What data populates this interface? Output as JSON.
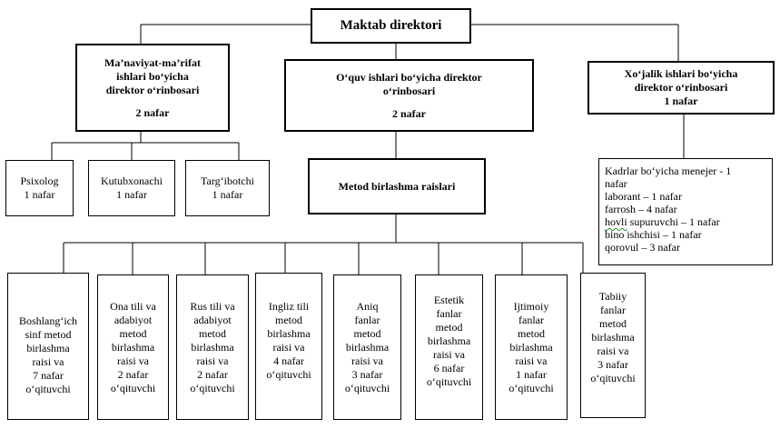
{
  "director": "Maktab direktori",
  "deputies": {
    "manaviyat": {
      "lines": [
        "Ma’naviyat-ma’rifat",
        "ishlari bo‘yicha",
        "direktor o‘rinbosari"
      ],
      "count": "2 nafar"
    },
    "oquv": {
      "lines": [
        "O‘quv ishlari bo‘yicha direktor",
        "o‘rinbosari"
      ],
      "count": "2 nafar"
    },
    "xojalik": {
      "lines": [
        "Xo‘jalik ishlari bo‘yicha",
        "direktor o‘rinbosari"
      ],
      "count": "1 nafar"
    }
  },
  "staff": [
    {
      "title": "Psixolog",
      "count": "1 nafar"
    },
    {
      "title": "Kutubxonachi",
      "count": "1 nafar"
    },
    {
      "title": "Targ‘ibotchi",
      "count": "1 nafar"
    }
  ],
  "metod_heading": "Metod birlashma raislari",
  "household": {
    "lines": [
      "Kadrlar bo‘yicha menejer -  1",
      "nafar",
      "laborant – 1 nafar",
      "farrosh – 4 nafar",
      "hovli",
      " supuruvchi – 1 nafar",
      "bino ishchisi – 1 nafar",
      "qorovul – 3 nafar"
    ]
  },
  "groups": [
    [
      "Boshlang‘ich",
      "sinf metod",
      "birlashma",
      "raisi va",
      "7 nafar",
      "o‘qituvchi"
    ],
    [
      "Ona tili va",
      "adabiyot",
      "metod",
      "birlashma",
      "raisi va",
      "2 nafar",
      "o‘qituvchi"
    ],
    [
      "Rus tili va",
      "adabiyot",
      "metod",
      "birlashma",
      "raisi va",
      "2 nafar",
      "o‘qituvchi"
    ],
    [
      "Ingliz tili",
      "metod",
      "birlashma",
      "raisi va",
      "4 nafar",
      "o‘qituvchi"
    ],
    [
      "Aniq",
      "fanlar",
      "metod",
      "birlashma",
      "raisi va",
      "3 nafar",
      "o‘qituvchi"
    ],
    [
      "Estetik",
      "fanlar",
      "metod",
      "birlashma",
      "raisi va",
      "6 nafar",
      "o‘qituvchi"
    ],
    [
      "Ijtimoiy",
      "fanlar",
      "metod",
      "birlashma",
      "raisi va",
      "1 nafar",
      "o‘qituvchi"
    ],
    [
      "Tabiiy",
      "fanlar",
      "metod",
      "birlashma",
      "raisi va",
      "3 nafar",
      "o‘qituvchi"
    ]
  ]
}
